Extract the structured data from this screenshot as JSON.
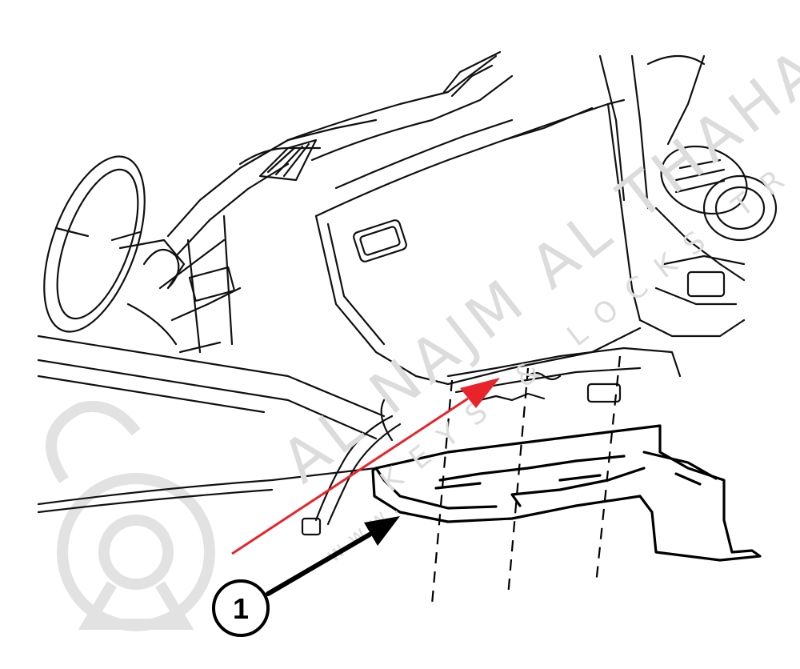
{
  "diagram": {
    "callouts": [
      {
        "number": "1",
        "target": "under-panel"
      }
    ],
    "watermark": {
      "main_text": "AL NAJM AL THAHABI",
      "sub_text": "KEYS & LOCKS TR",
      "url_text": "www."
    },
    "colors": {
      "line": "#111111",
      "red_arrow": "#e8242a",
      "watermark": "#dcdcdc",
      "background": "#ffffff"
    }
  }
}
